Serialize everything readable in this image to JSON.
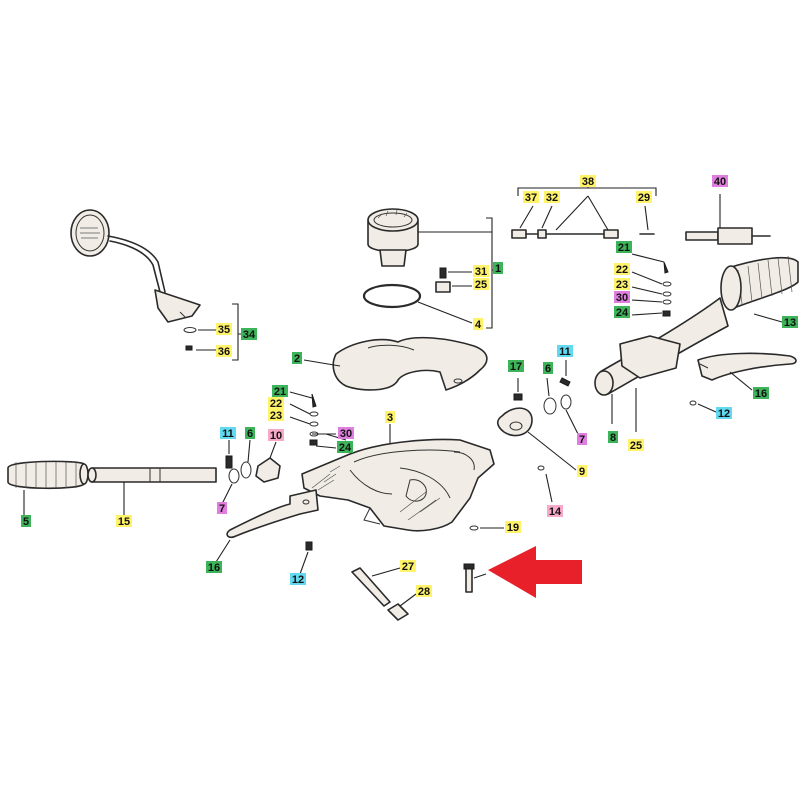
{
  "colors": {
    "yellow": "#fff36a",
    "green": "#3db35a",
    "cyan": "#62d9f0",
    "magenta": "#e07ee0",
    "pink": "#f8a8c8",
    "arrow": "#e8202a"
  },
  "callouts": [
    {
      "id": "c38",
      "text": "38",
      "color": "yellow"
    },
    {
      "id": "c37",
      "text": "37",
      "color": "yellow"
    },
    {
      "id": "c32",
      "text": "32",
      "color": "yellow"
    },
    {
      "id": "c29",
      "text": "29",
      "color": "yellow"
    },
    {
      "id": "c40",
      "text": "40",
      "color": "magenta"
    },
    {
      "id": "c21r",
      "text": "21",
      "color": "green"
    },
    {
      "id": "c22r",
      "text": "22",
      "color": "yellow"
    },
    {
      "id": "c23r",
      "text": "23",
      "color": "yellow"
    },
    {
      "id": "c30r",
      "text": "30",
      "color": "magenta"
    },
    {
      "id": "c24r",
      "text": "24",
      "color": "green"
    },
    {
      "id": "c13r",
      "text": "13",
      "color": "green"
    },
    {
      "id": "c31",
      "text": "31",
      "color": "yellow"
    },
    {
      "id": "c25t",
      "text": "25",
      "color": "yellow"
    },
    {
      "id": "c1",
      "text": "1",
      "color": "green"
    },
    {
      "id": "c4",
      "text": "4",
      "color": "yellow"
    },
    {
      "id": "c35",
      "text": "35",
      "color": "yellow"
    },
    {
      "id": "c34",
      "text": "34",
      "color": "green"
    },
    {
      "id": "c36",
      "text": "36",
      "color": "yellow"
    },
    {
      "id": "c2",
      "text": "2",
      "color": "green"
    },
    {
      "id": "c17",
      "text": "17",
      "color": "green"
    },
    {
      "id": "c11r",
      "text": "11",
      "color": "cyan"
    },
    {
      "id": "c6r",
      "text": "6",
      "color": "green"
    },
    {
      "id": "c16r",
      "text": "16",
      "color": "green"
    },
    {
      "id": "c21l",
      "text": "21",
      "color": "green"
    },
    {
      "id": "c22l",
      "text": "22",
      "color": "yellow"
    },
    {
      "id": "c23l",
      "text": "23",
      "color": "yellow"
    },
    {
      "id": "c30l",
      "text": "30",
      "color": "magenta"
    },
    {
      "id": "c24l",
      "text": "24",
      "color": "green"
    },
    {
      "id": "c3",
      "text": "3",
      "color": "yellow"
    },
    {
      "id": "c12r",
      "text": "12",
      "color": "cyan"
    },
    {
      "id": "c7r",
      "text": "7",
      "color": "magenta"
    },
    {
      "id": "c8r",
      "text": "8",
      "color": "green"
    },
    {
      "id": "c25r",
      "text": "25",
      "color": "yellow"
    },
    {
      "id": "c9",
      "text": "9",
      "color": "yellow"
    },
    {
      "id": "c11l",
      "text": "11",
      "color": "cyan"
    },
    {
      "id": "c6l",
      "text": "6",
      "color": "green"
    },
    {
      "id": "c10",
      "text": "10",
      "color": "pink"
    },
    {
      "id": "c14",
      "text": "14",
      "color": "pink"
    },
    {
      "id": "c5",
      "text": "5",
      "color": "green"
    },
    {
      "id": "c15",
      "text": "15",
      "color": "yellow"
    },
    {
      "id": "c7l",
      "text": "7",
      "color": "magenta"
    },
    {
      "id": "c19",
      "text": "19",
      "color": "yellow"
    },
    {
      "id": "c16l",
      "text": "16",
      "color": "green"
    },
    {
      "id": "c12l",
      "text": "12",
      "color": "cyan"
    },
    {
      "id": "c27",
      "text": "27",
      "color": "yellow"
    },
    {
      "id": "c28",
      "text": "28",
      "color": "yellow"
    }
  ]
}
